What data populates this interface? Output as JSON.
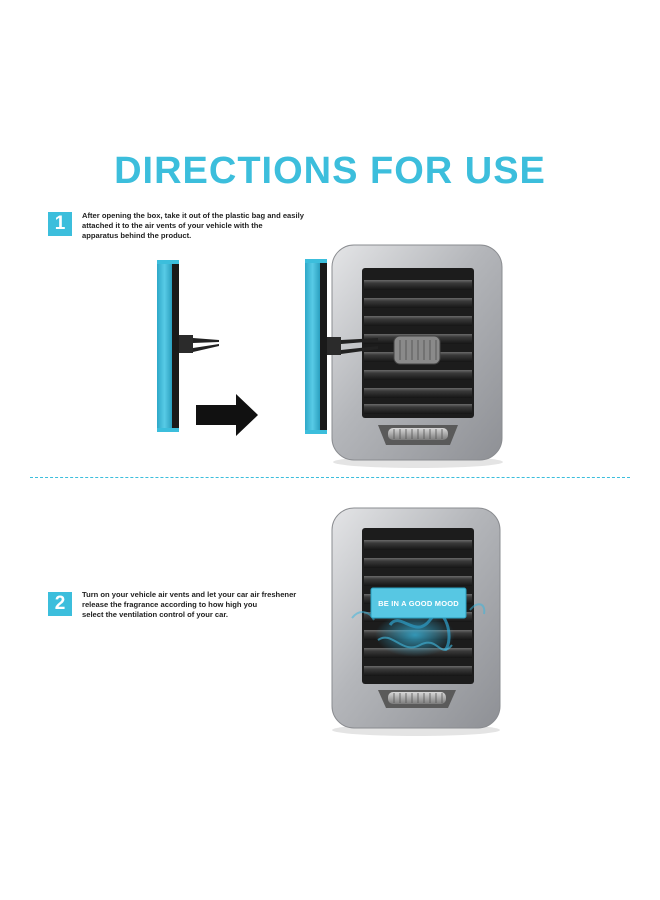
{
  "title": "DIRECTIONS FOR USE",
  "steps": [
    {
      "number": "1",
      "lines": [
        "After opening the box, take it out of the plastic bag and easily",
        "attached it to the air vents of your vehicle with the",
        "apparatus behind the product."
      ]
    },
    {
      "number": "2",
      "lines": [
        "Turn on your vehicle air vents and let your car air freshener",
        "release the fragrance according to how high you",
        "select the ventilation control of your car."
      ]
    }
  ],
  "product_tag": "BE IN A GOOD MOOD",
  "colors": {
    "accent": "#3cbedc",
    "vent_silver": "#b9bbbf",
    "vent_dark": "#2a2a2a"
  }
}
